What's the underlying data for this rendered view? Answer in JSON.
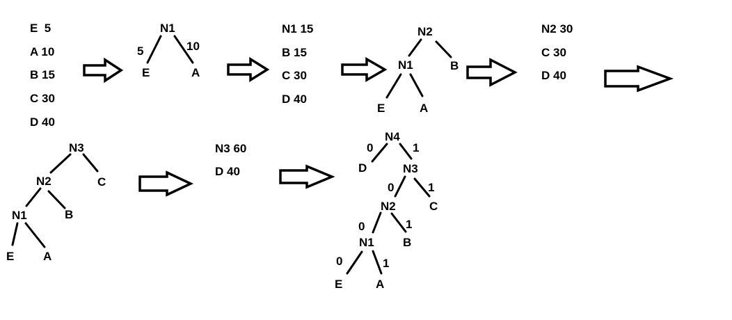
{
  "step1": {
    "items": [
      "E  5",
      "A 10",
      "B 15",
      "C 30",
      "D 40"
    ]
  },
  "tree1": {
    "root": "N1",
    "left": "E",
    "right": "A",
    "left_weight": "5",
    "right_weight": "10"
  },
  "step2": {
    "items": [
      "N1 15",
      "B 15",
      "C 30",
      "D 40"
    ]
  },
  "tree2": {
    "root": "N2",
    "mid": "N1",
    "b": "B",
    "e": "E",
    "a": "A"
  },
  "step3": {
    "items": [
      "N2 30",
      "C 30",
      "D 40"
    ]
  },
  "tree3": {
    "root": "N3",
    "n2": "N2",
    "c": "C",
    "n1": "N1",
    "b": "B",
    "e": "E",
    "a": "A"
  },
  "step4": {
    "items": [
      "N3 60",
      "D 40"
    ]
  },
  "tree4": {
    "root": "N4",
    "d": "D",
    "n3": "N3",
    "n2": "N2",
    "c": "C",
    "n1": "N1",
    "b": "B",
    "e": "E",
    "a": "A",
    "code0": "0",
    "code1": "1"
  },
  "colors": {
    "ink": "#000000",
    "background": "#ffffff"
  }
}
